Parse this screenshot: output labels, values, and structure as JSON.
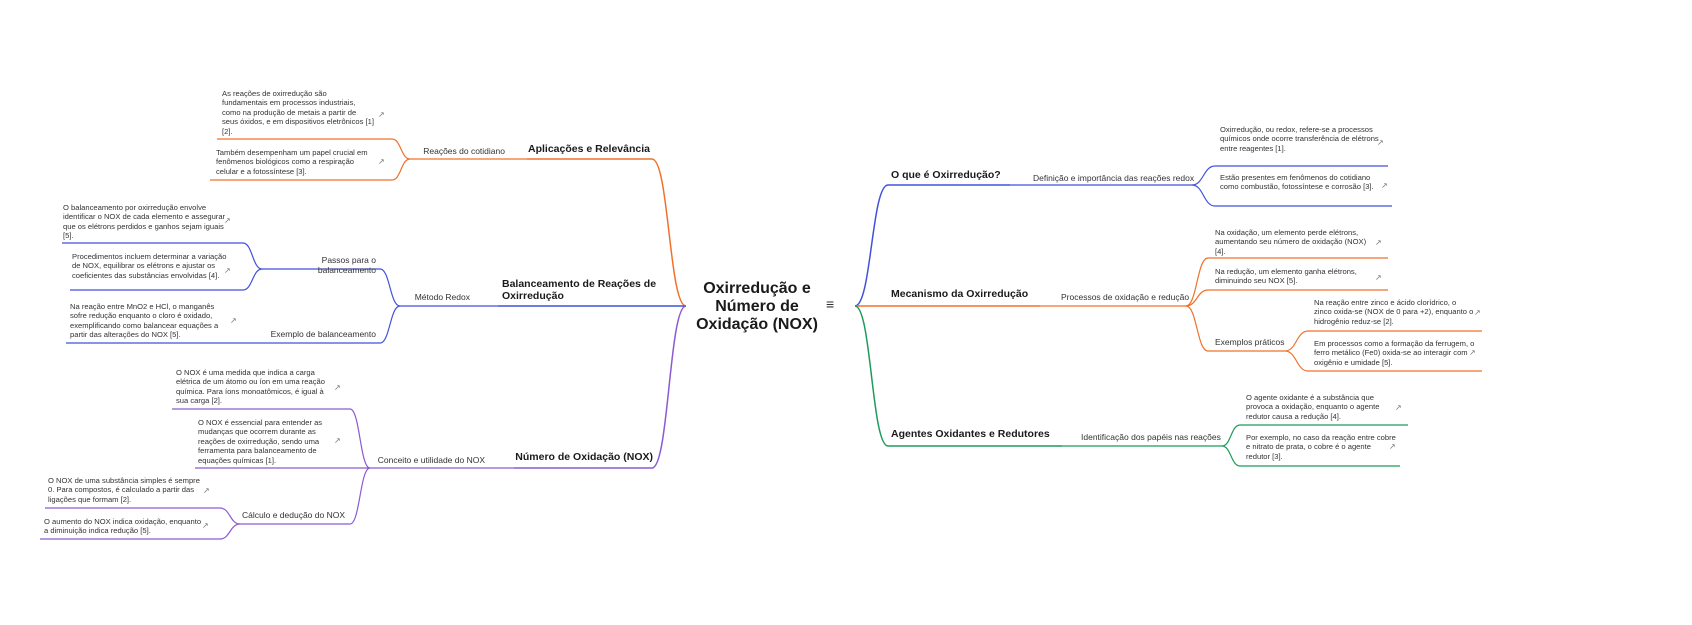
{
  "root": {
    "title": "Oxirredução e Número de Oxidação (NOX)",
    "icon": "notes-icon"
  },
  "colors": {
    "orange": "#f0712b",
    "blue": "#4152d9",
    "purple": "#8c5ad1",
    "green": "#1e9b5b",
    "link": "#777777"
  },
  "link_icon": "↗",
  "branches": [
    {
      "label": "O que é Oxirredução?",
      "color": "blue"
    },
    {
      "label": "Mecanismo da Oxirredução",
      "color": "orange"
    },
    {
      "label": "Agentes Oxidantes e Redutores",
      "color": "green"
    },
    {
      "label": "Aplicações e Relevância",
      "color": "orange"
    },
    {
      "label": "Balanceamento de Reações de Oxirredução",
      "color": "blue"
    },
    {
      "label": "Número de Oxidação (NOX)",
      "color": "purple"
    }
  ],
  "subtopics": [
    {
      "label": "Definição e importância das reações redox"
    },
    {
      "label": "Processos de oxidação e redução"
    },
    {
      "label": "Exemplos práticos"
    },
    {
      "label": "Identificação dos papéis nas reações"
    },
    {
      "label": "Reações do cotidiano"
    },
    {
      "label": "Método Redox"
    },
    {
      "label": "Passos para o balanceamento"
    },
    {
      "label": "Exemplo de balanceamento"
    },
    {
      "label": "Conceito e utilidade do NOX"
    },
    {
      "label": "Cálculo e dedução do NOX"
    }
  ],
  "leaves": [
    {
      "text": "Oxirredução, ou redox, refere-se a processos químicos onde ocorre transferência de elétrons entre reagentes [1]."
    },
    {
      "text": "Estão presentes em fenômenos do cotidiano como combustão, fotossíntese e corrosão [3]."
    },
    {
      "text": "Na oxidação, um elemento perde elétrons, aumentando seu número de oxidação (NOX) [4]."
    },
    {
      "text": "Na redução, um elemento ganha elétrons, diminuindo seu NOX [5]."
    },
    {
      "text": "Na reação entre zinco e ácido clorídrico, o zinco oxida-se (NOX de 0 para +2), enquanto o hidrogênio reduz-se [2]."
    },
    {
      "text": "Em processos como a formação da ferrugem, o ferro metálico (Fe0) oxida-se ao interagir com oxigênio e umidade [5]."
    },
    {
      "text": "O agente oxidante é a substância que provoca a oxidação, enquanto o agente redutor causa a redução [4]."
    },
    {
      "text": "Por exemplo, no caso da reação entre cobre e nitrato de prata, o cobre é o agente redutor [3]."
    },
    {
      "text": "As reações de oxirredução são fundamentais em processos industriais, como na produção de metais a partir de seus óxidos, e em dispositivos eletrônicos [1][2]."
    },
    {
      "text": "Também desempenham um papel crucial em fenômenos biológicos como a respiração celular e a fotossíntese [3]."
    },
    {
      "text": "O balanceamento por oxirredução envolve identificar o NOX de cada elemento e assegurar que os elétrons perdidos e ganhos sejam iguais [5]."
    },
    {
      "text": "Procedimentos incluem determinar a variação de NOX, equilibrar os elétrons e ajustar os coeficientes das substâncias envolvidas [4]."
    },
    {
      "text": "Na reação entre MnO2 e HCl, o manganês sofre redução enquanto o cloro é oxidado, exemplificando como balancear equações a partir das alterações do NOX [5]."
    },
    {
      "text": "O NOX é uma medida que indica a carga elétrica de um átomo ou íon em uma reação química. Para íons monoatômicos, é igual à sua carga [2]."
    },
    {
      "text": "O NOX é essencial para entender as mudanças que ocorrem durante as reações de oxirredução, sendo uma ferramenta para balanceamento de equações químicas [1]."
    },
    {
      "text": "O NOX de uma substância simples é sempre 0. Para compostos, é calculado a partir das ligações que formam [2]."
    },
    {
      "text": "O aumento do NOX indica oxidação, enquanto a diminuição indica redução [5]."
    }
  ]
}
